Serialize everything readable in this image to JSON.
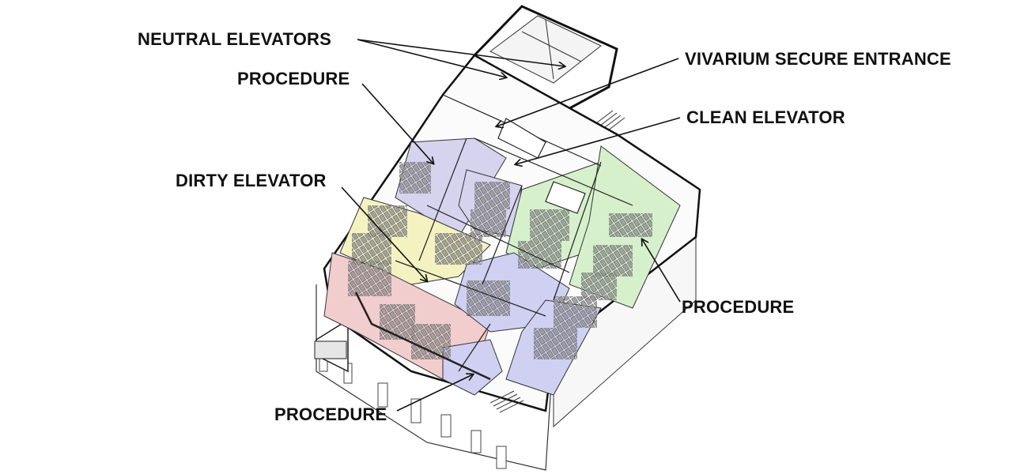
{
  "labels": {
    "neutral_elevators": "NEUTRAL ELEVATORS",
    "procedure_top": "PROCEDURE",
    "vivarium_secure_entrance": "VIVARIUM SECURE ENTRANCE",
    "clean_elevator": "CLEAN ELEVATOR",
    "dirty_elevator": "DIRTY ELEVATOR",
    "procedure_right": "PROCEDURE",
    "procedure_bottom": "PROCEDURE"
  },
  "colors": {
    "zone_purple": "#d6d3ee",
    "zone_yellow": "#f5f2c2",
    "zone_green": "#d6f0cc",
    "zone_red": "#f2cdcd",
    "zone_blue": "#cfd0f2",
    "line": "#1a1a1a"
  }
}
